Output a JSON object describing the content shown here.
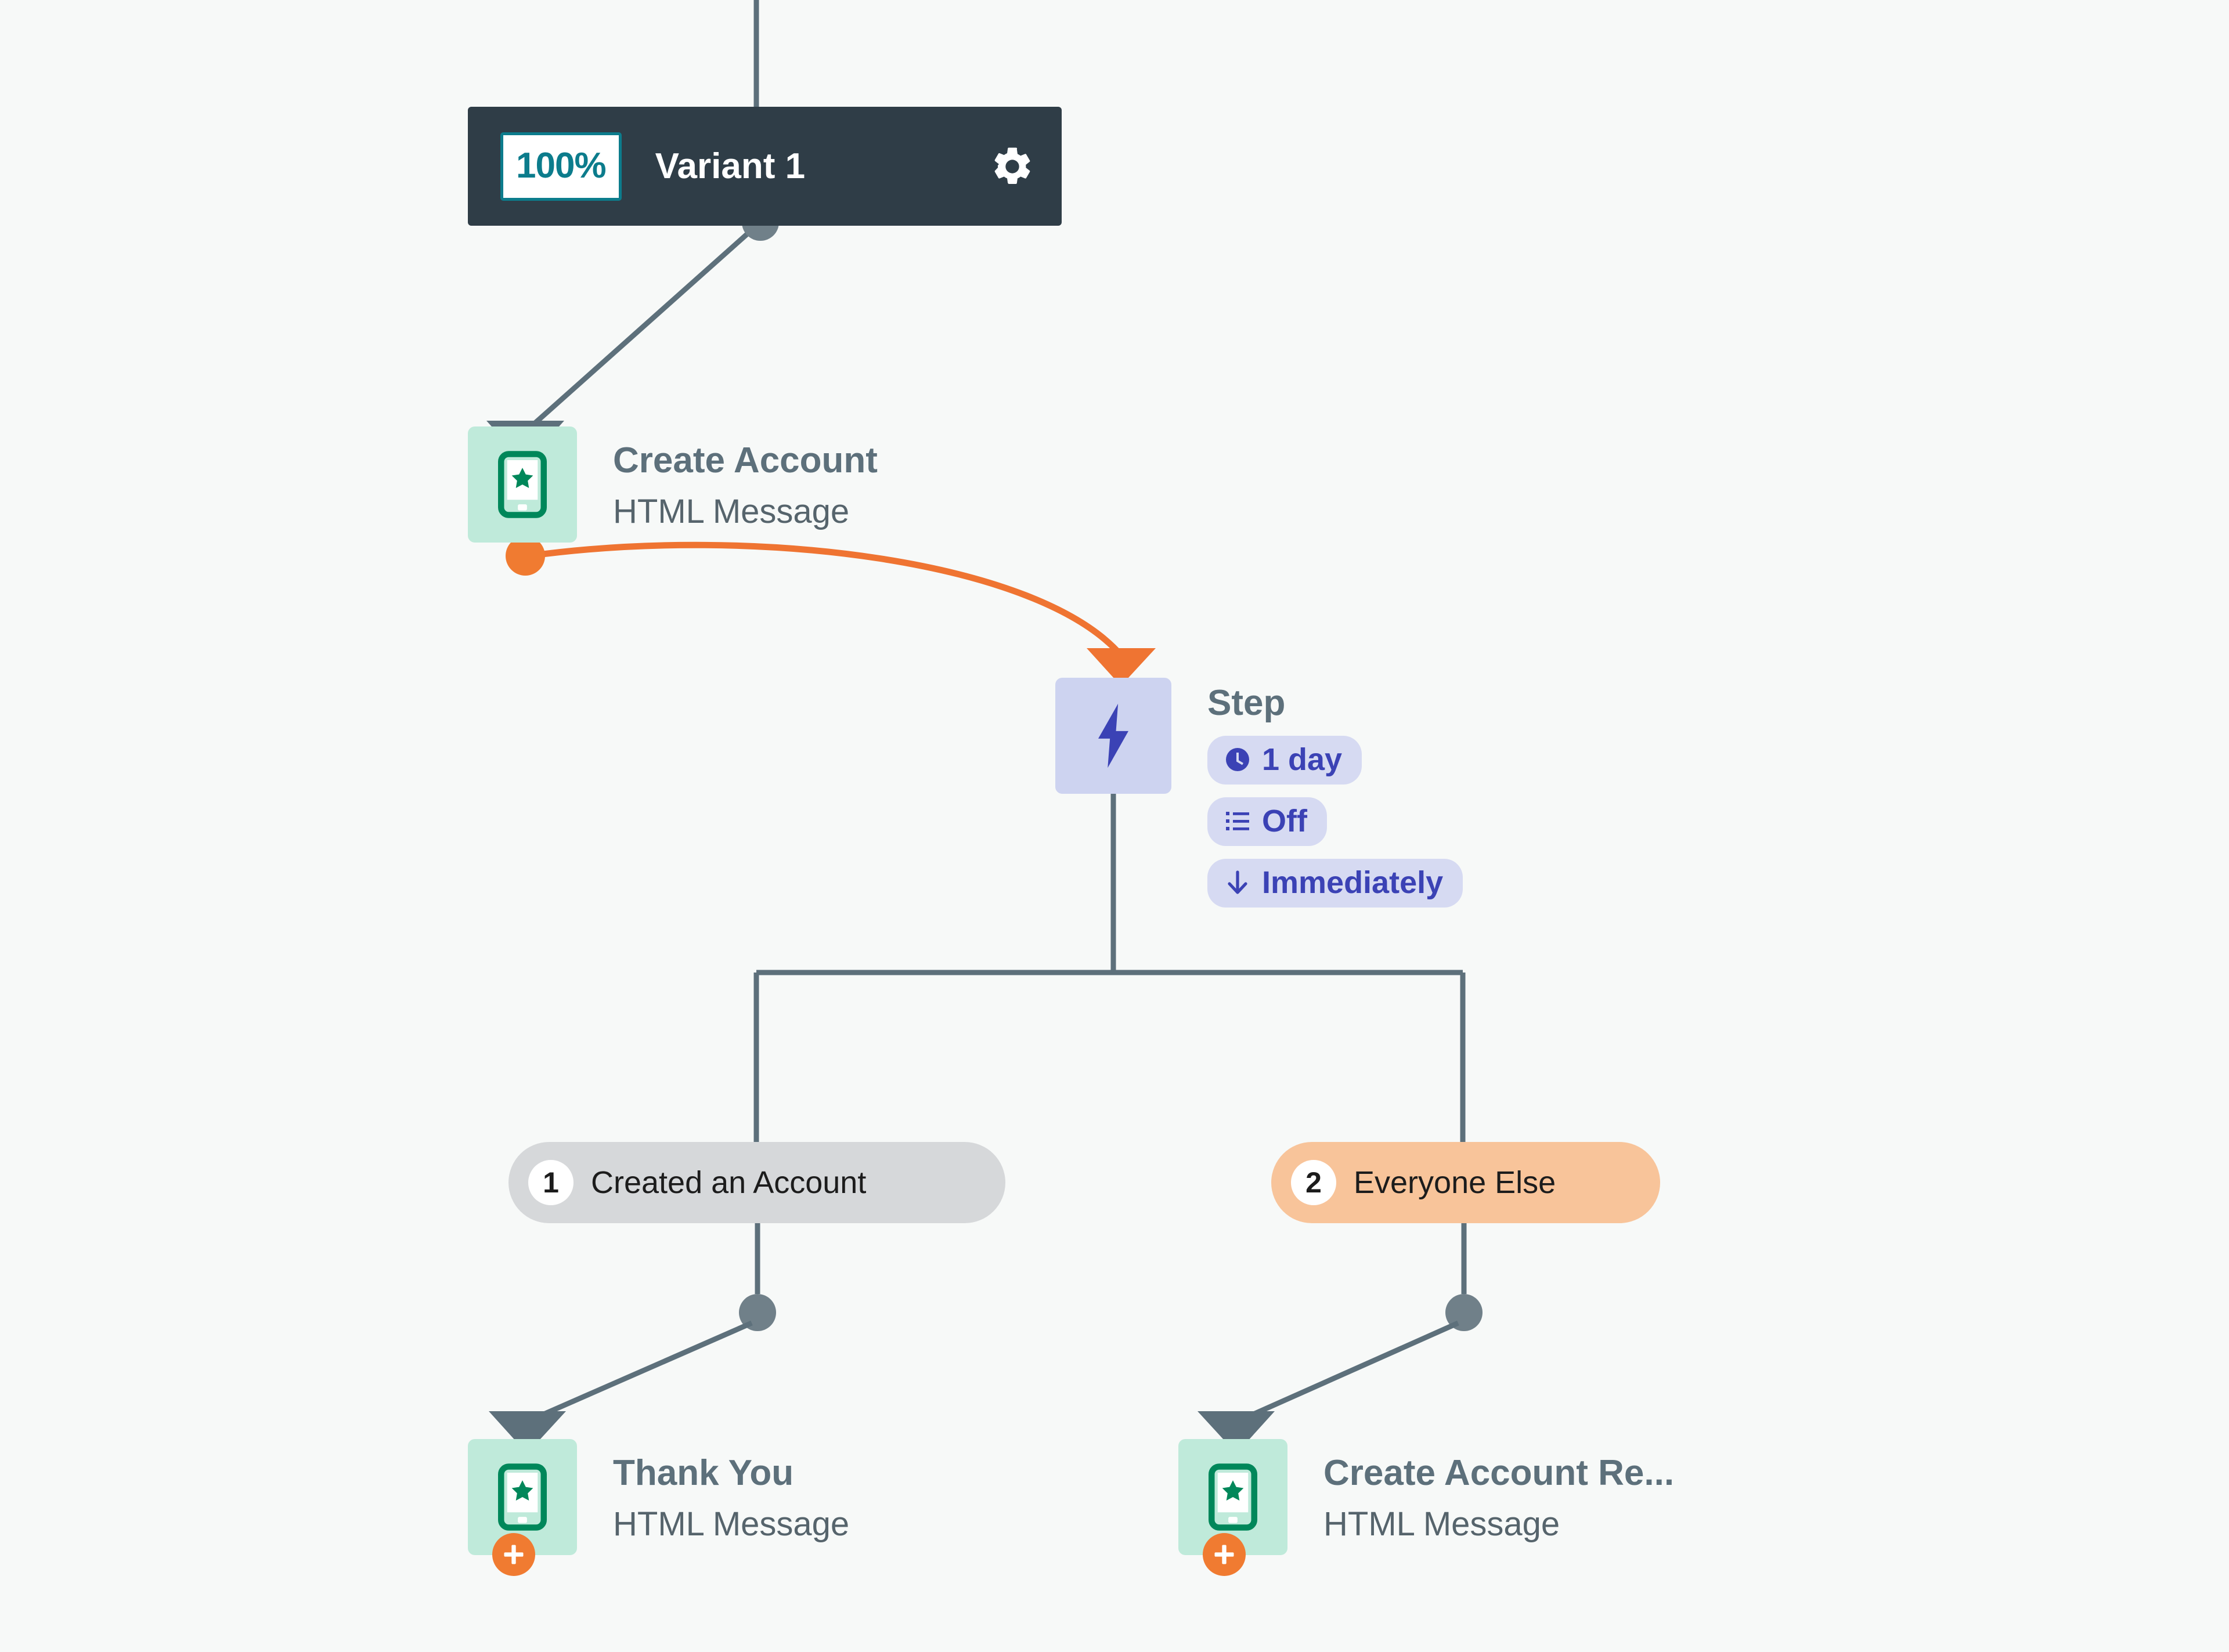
{
  "canvas": {
    "background_color": "#F7F9F8",
    "edge_color": "#5D707B",
    "highlight_edge_color": "#EF7432"
  },
  "variant": {
    "percent": "100%",
    "name": "Variant 1",
    "settings_icon": "gear-icon",
    "bar_color": "#2F3D47",
    "accent_color": "#0C7C8C"
  },
  "nodes": [
    {
      "id": "create-account",
      "title": "Create Account",
      "subtitle": "HTML Message",
      "icon": "mobile-message-icon",
      "icon_bg": "#BFEADA",
      "has_add_badge": false
    },
    {
      "id": "thank-you",
      "title": "Thank You",
      "subtitle": "HTML Message",
      "icon": "mobile-message-icon",
      "icon_bg": "#BFEADA",
      "has_add_badge": true
    },
    {
      "id": "create-account-reminder",
      "title": "Create Account Re...",
      "subtitle": "HTML Message",
      "icon": "mobile-message-icon",
      "icon_bg": "#BFEADA",
      "has_add_badge": true
    }
  ],
  "step": {
    "title": "Step",
    "icon": "lightning-bolt-icon",
    "icon_bg": "#CDD3F0",
    "badge_bg": "#D6DAF2",
    "badge_fg": "#3B42B5",
    "badges": [
      {
        "icon": "clock-icon",
        "label": "1 day"
      },
      {
        "icon": "list-icon",
        "label": "Off"
      },
      {
        "icon": "arrow-down-icon",
        "label": "Immediately"
      }
    ]
  },
  "branches": [
    {
      "number": "1",
      "label": "Created an Account",
      "color": "#D6D8DA"
    },
    {
      "number": "2",
      "label": "Everyone Else",
      "color": "#F8C49A"
    }
  ]
}
